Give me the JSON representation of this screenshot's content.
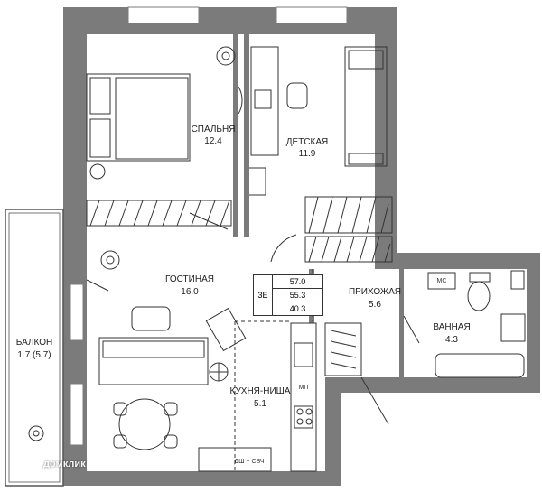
{
  "rooms": {
    "bedroom": {
      "name": "СПАЛЬНЯ",
      "area": "12.4"
    },
    "kids": {
      "name": "ДЕТСКАЯ",
      "area": "11.9"
    },
    "living": {
      "name": "ГОСТИНАЯ",
      "area": "16.0"
    },
    "hall": {
      "name": "ПРИХОЖАЯ",
      "area": "5.6"
    },
    "bath": {
      "name": "ВАННАЯ",
      "area": "4.3"
    },
    "kitchen": {
      "name": "КУХНЯ-НИША",
      "area": "5.1"
    },
    "balcony": {
      "name": "БАЛКОН",
      "area": "1.7 (5.7)"
    }
  },
  "area_table": {
    "code": "3Е",
    "values": [
      "57.0",
      "55.3",
      "40.3"
    ]
  },
  "appliances": {
    "washer": "МП",
    "toilet_box": "МС",
    "oven": "ДШ + СВЧ"
  },
  "watermark": "домклик",
  "colors": {
    "wall": "#7b7b7b",
    "floor": "#ffffff",
    "line": "#2b2b2b"
  }
}
